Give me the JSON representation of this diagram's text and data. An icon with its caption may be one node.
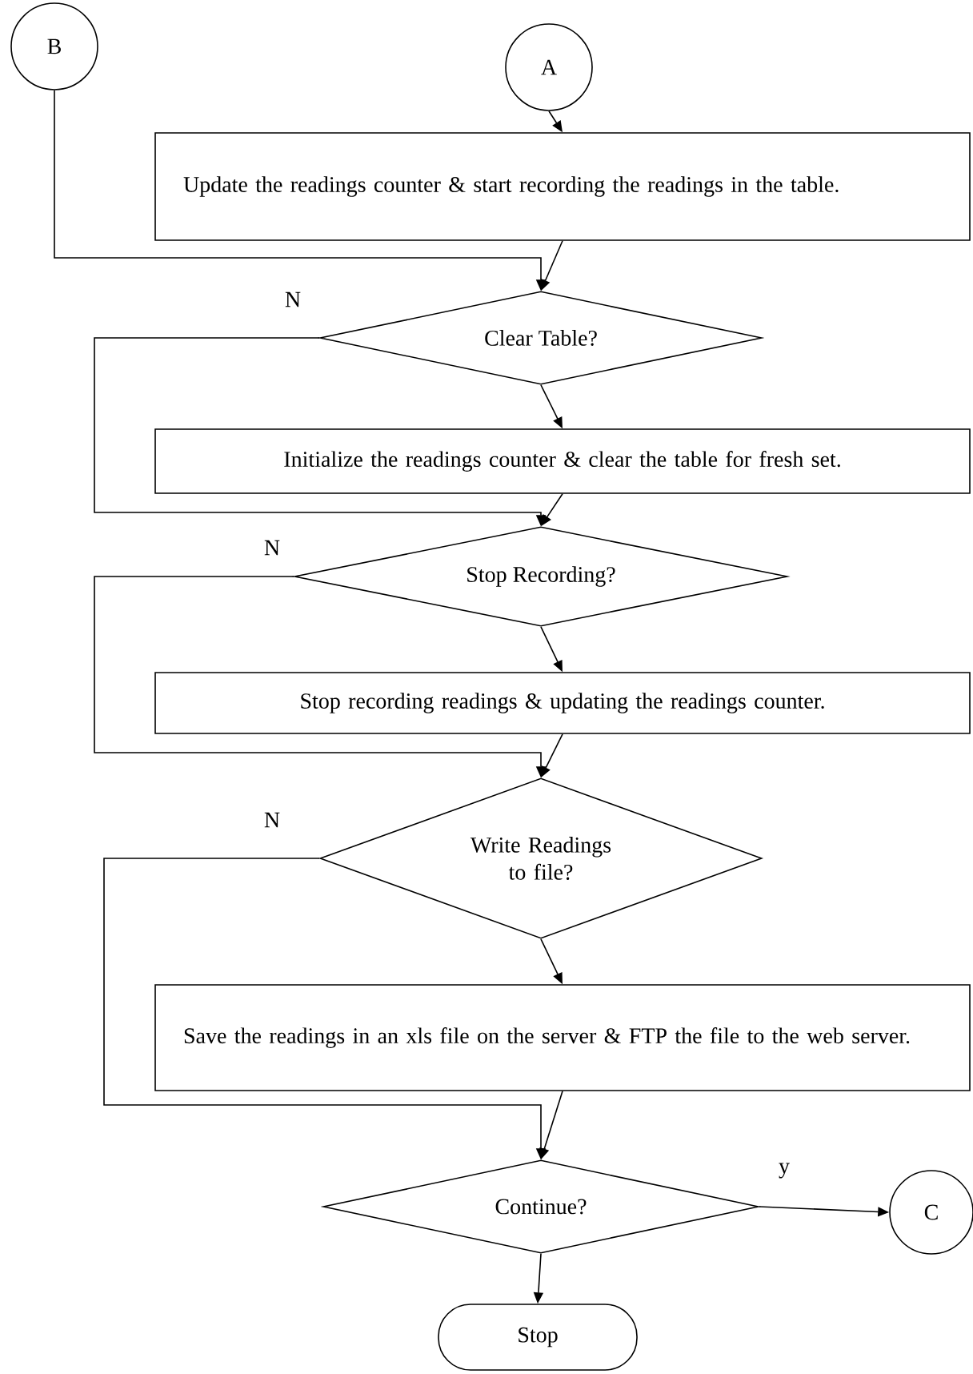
{
  "diagram": {
    "nodes": [
      {
        "text": [
          "B"
        ]
      },
      {
        "text": [
          "A"
        ]
      },
      {
        "text": [
          "Update the readings counter & start recording the readings in the table."
        ]
      },
      {
        "text": [
          "Clear Table?"
        ]
      },
      {
        "text": [
          "Initialize the readings counter & clear the table for fresh set."
        ]
      },
      {
        "text": [
          "Stop Recording?"
        ]
      },
      {
        "text": [
          "Stop recording readings & updating the readings counter."
        ]
      },
      {
        "text": [
          "Write Readings to file?"
        ]
      },
      {
        "text": [
          "Save the readings in an xls file on the server & FTP the file to the web server."
        ]
      },
      {
        "text": [
          "Continue?"
        ]
      },
      {
        "text": [
          "C"
        ]
      },
      {
        "text": [
          "Stop"
        ]
      }
    ],
    "edges": [
      {
        "from": 1,
        "to": 2,
        "arrow": "to"
      },
      {
        "from": 0,
        "to": 3,
        "arrow": "to"
      },
      {
        "from": 2,
        "to": 3,
        "arrow": "to"
      },
      {
        "from": 3,
        "to": 4,
        "arrow": "to"
      },
      {
        "from": 3,
        "to": 5,
        "arrow": "to",
        "label": "N"
      },
      {
        "from": 4,
        "to": 5,
        "arrow": "to"
      },
      {
        "from": 5,
        "to": 6,
        "arrow": "to"
      },
      {
        "from": 5,
        "to": 7,
        "arrow": "to",
        "label": "N"
      },
      {
        "from": 6,
        "to": 7,
        "arrow": "to"
      },
      {
        "from": 7,
        "to": 8,
        "arrow": "to"
      },
      {
        "from": 7,
        "to": 9,
        "arrow": "to",
        "label": "N"
      },
      {
        "from": 8,
        "to": 9,
        "arrow": "to"
      },
      {
        "from": 9,
        "to": 11,
        "arrow": "to"
      },
      {
        "from": 9,
        "to": 10,
        "arrow": "to",
        "label": "y"
      }
    ]
  }
}
